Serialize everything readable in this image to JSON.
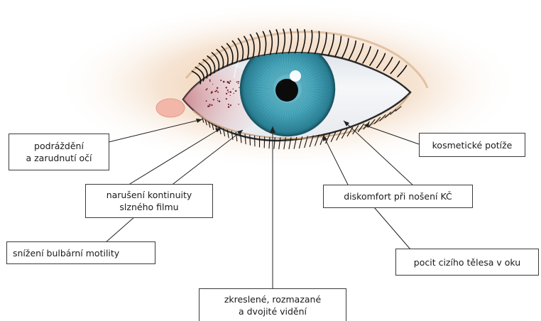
{
  "labels": {
    "irritation": [
      "podráždění",
      "a zarudnutí očí"
    ],
    "tear_film": [
      "narušení kontinuity",
      "slzného filmu"
    ],
    "motility": "snížení bulbární motility",
    "blurred": [
      "zkreslené, rozmazané",
      "a dvojité vidění"
    ],
    "cosmetic": "kosmetické potíže",
    "discomfort": "diskomfort při nošení KČ",
    "foreign_body": "pocit cizího tělesa v oku"
  },
  "colors": {
    "skin_glow": "#f3dcc3",
    "sclera": "#eef1f4",
    "iris": "#4aa3b6",
    "iris_dark": "#1f6f82",
    "pupil": "#0b0b0b",
    "redness": "#a84550",
    "caruncle": "#f2b7a8",
    "line": "#222222"
  }
}
